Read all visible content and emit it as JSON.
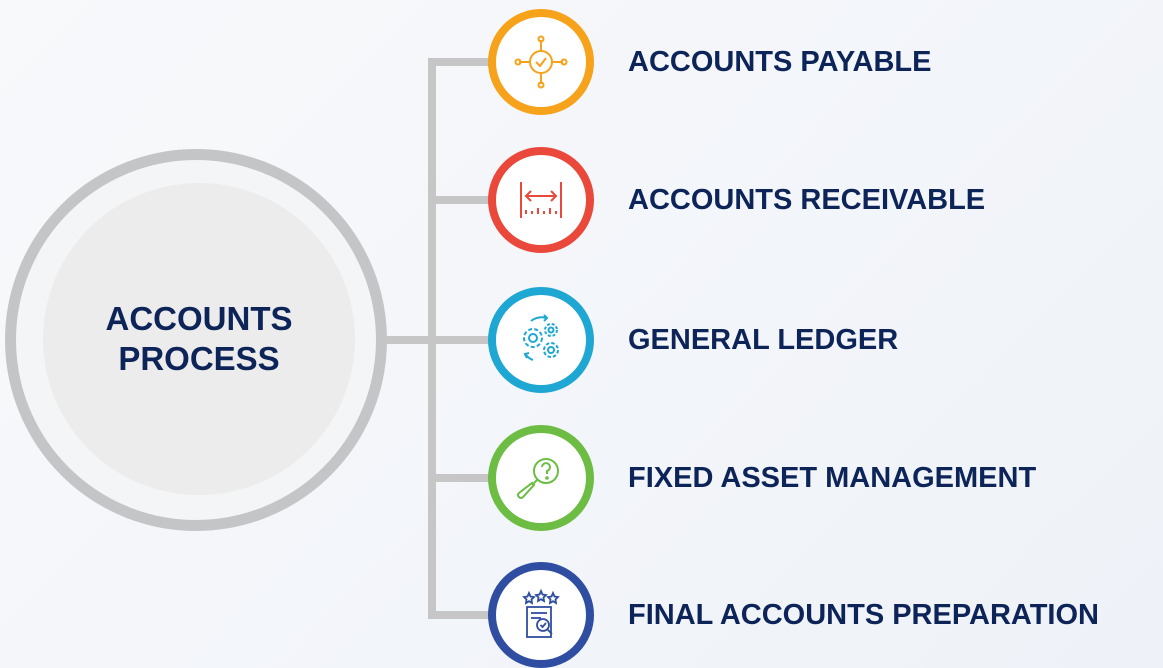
{
  "hub": {
    "title": "ACCOUNTS\nPROCESS"
  },
  "steps": [
    {
      "label": "ACCOUNTS PAYABLE",
      "icon": "target-check-icon",
      "color": "#f7a21b"
    },
    {
      "label": "ACCOUNTS RECEIVABLE",
      "icon": "arrow-range-icon",
      "color": "#e9483b"
    },
    {
      "label": "GENERAL LEDGER",
      "icon": "gears-cycle-icon",
      "color": "#1fa7d3"
    },
    {
      "label": "FIXED ASSET MANAGEMENT",
      "icon": "magnifier-question-icon",
      "color": "#6dbd45"
    },
    {
      "label": "FINAL ACCOUNTS PREPARATION",
      "icon": "rated-document-icon",
      "color": "#2f4ea1"
    }
  ],
  "colors": {
    "connector": "#c6c6c6",
    "text": "#0d2458"
  }
}
